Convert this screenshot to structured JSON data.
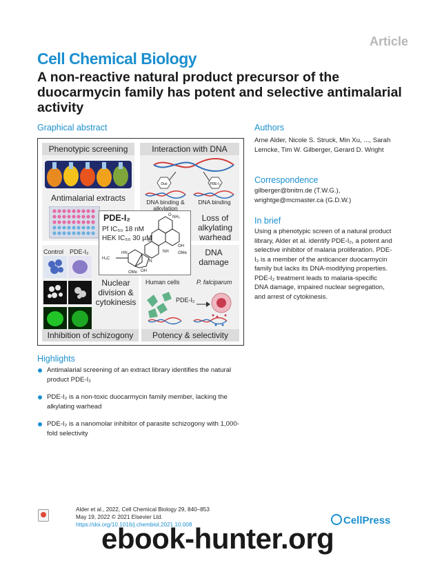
{
  "header": {
    "article_label": "Article",
    "journal": "Cell Chemical Biology",
    "title": "A non-reactive natural product precursor of the duocarmycin family has potent and selective antimalarial activity"
  },
  "graphical_abstract": {
    "heading": "Graphical abstract",
    "phenotypic_screening": "Phenotypic screening",
    "antimalarial_extracts": "Antimalarial extracts",
    "interaction_with_dna": "Interaction with DNA",
    "duo_label": "Duo",
    "pde_small_label": "PDE-I₂",
    "dna_binding_alkylation": "DNA binding & alkylation",
    "dna_binding": "DNA binding",
    "loss_of_alkylating_warhead": "Loss of alkylating warhead",
    "compound_name": "PDE-I₂",
    "pf_ic50": "Pf IC₅₀ 18 nM",
    "hek_ic50": "HEK IC₅₀ 30 µM",
    "dna_damage": "DNA damage",
    "control_label": "Control",
    "pde_label": "PDE-I₂",
    "nuclear_division": "Nuclear division & cytokinesis",
    "human_cells": "Human cells",
    "p_falciparum": "P. falciparum",
    "arrow_label": "PDE-I₂",
    "inhibition_of_schizogony": "Inhibition of schizogony",
    "potency_selectivity": "Potency & selectivity",
    "chem_nh2": "NH₂",
    "chem_o": "O",
    "chem_oh": "OH",
    "chem_ome": "OMe",
    "chem_nh": "NH",
    "chem_hn": "HN",
    "chem_n": "N",
    "chem_h3c": "H₃C"
  },
  "authors": {
    "heading": "Authors",
    "names": "Arne Alder, Nicole S. Struck, Min Xu, ..., Sarah Lemcke, Tim W. Gilberger, Gerard D. Wright"
  },
  "correspondence": {
    "heading": "Correspondence",
    "emails": "gilberger@bnitm.de (T.W.G.), wrightge@mcmaster.ca (G.D.W.)"
  },
  "in_brief": {
    "heading": "In brief",
    "text": "Using a phenotypic screen of a natural product library, Alder et al. identify PDE-I₂, a potent and selective inhibitor of malaria proliferation. PDE-I₂ is a member of the anticancer duocarmycin family but lacks its DNA-modifying properties. PDE-I₂ treatment leads to malaria-specific DNA damage, impaired nuclear segregation, and arrest of cytokinesis."
  },
  "highlights": {
    "heading": "Highlights",
    "items": [
      "Antimalarial screening of an extract library identifies the natural product PDE-I₂",
      "PDE-I₂ is a non-toxic duocarmycin family member, lacking the alkylating warhead",
      "PDE-I₂ is a nanomolar inhibitor of parasite schizogony with 1,000-fold selectivity"
    ]
  },
  "footer": {
    "citation_line1": "Alder et al., 2022, Cell Chemical Biology 29, 840–853",
    "citation_line2": "May 19, 2022 © 2021 Elsevier Ltd.",
    "doi": "https://doi.org/10.1016/j.chembiol.2021.10.008",
    "publisher": "CellPress",
    "watermark": "ebook-hunter.org"
  }
}
